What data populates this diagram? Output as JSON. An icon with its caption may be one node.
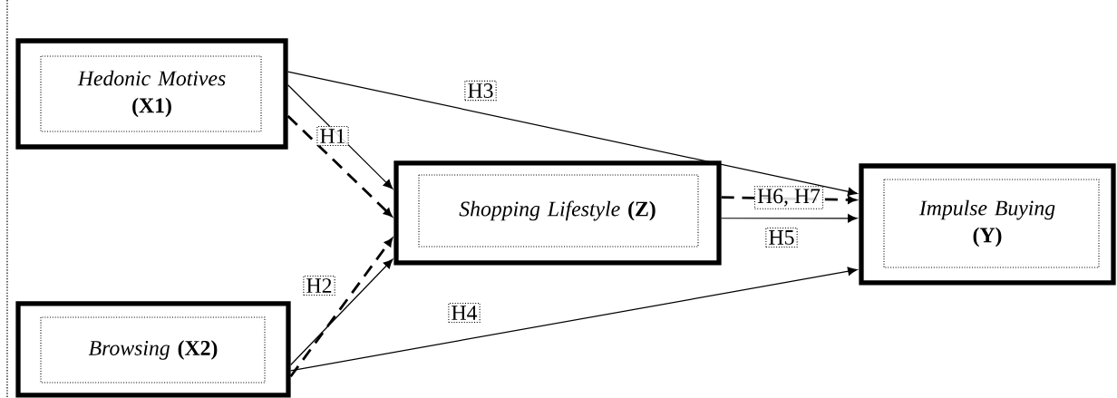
{
  "diagram": {
    "nodes": [
      {
        "text": [
          "Hedonic Motives",
          "(X1)"
        ]
      },
      {
        "text": [
          "Browsing",
          "(X2)"
        ]
      },
      {
        "text": [
          "Shopping Lifestyle",
          "(Z)"
        ]
      },
      {
        "text": [
          "Impulse Buying",
          "(Y)"
        ]
      }
    ],
    "edges": [
      {
        "from": 0,
        "to": 2,
        "arrow": "to",
        "label": "H1"
      },
      {
        "from": 0,
        "to": 2,
        "arrow": "to",
        "style": "dashed"
      },
      {
        "from": 1,
        "to": 2,
        "arrow": "to",
        "label": "H2"
      },
      {
        "from": 1,
        "to": 2,
        "arrow": "to",
        "style": "dashed"
      },
      {
        "from": 0,
        "to": 3,
        "arrow": "to",
        "label": "H3"
      },
      {
        "from": 1,
        "to": 3,
        "arrow": "to",
        "label": "H4"
      },
      {
        "from": 2,
        "to": 3,
        "arrow": "to",
        "label": "H5"
      },
      {
        "from": 2,
        "to": 3,
        "arrow": "to",
        "style": "dashed",
        "label": "H6, H7"
      }
    ]
  }
}
